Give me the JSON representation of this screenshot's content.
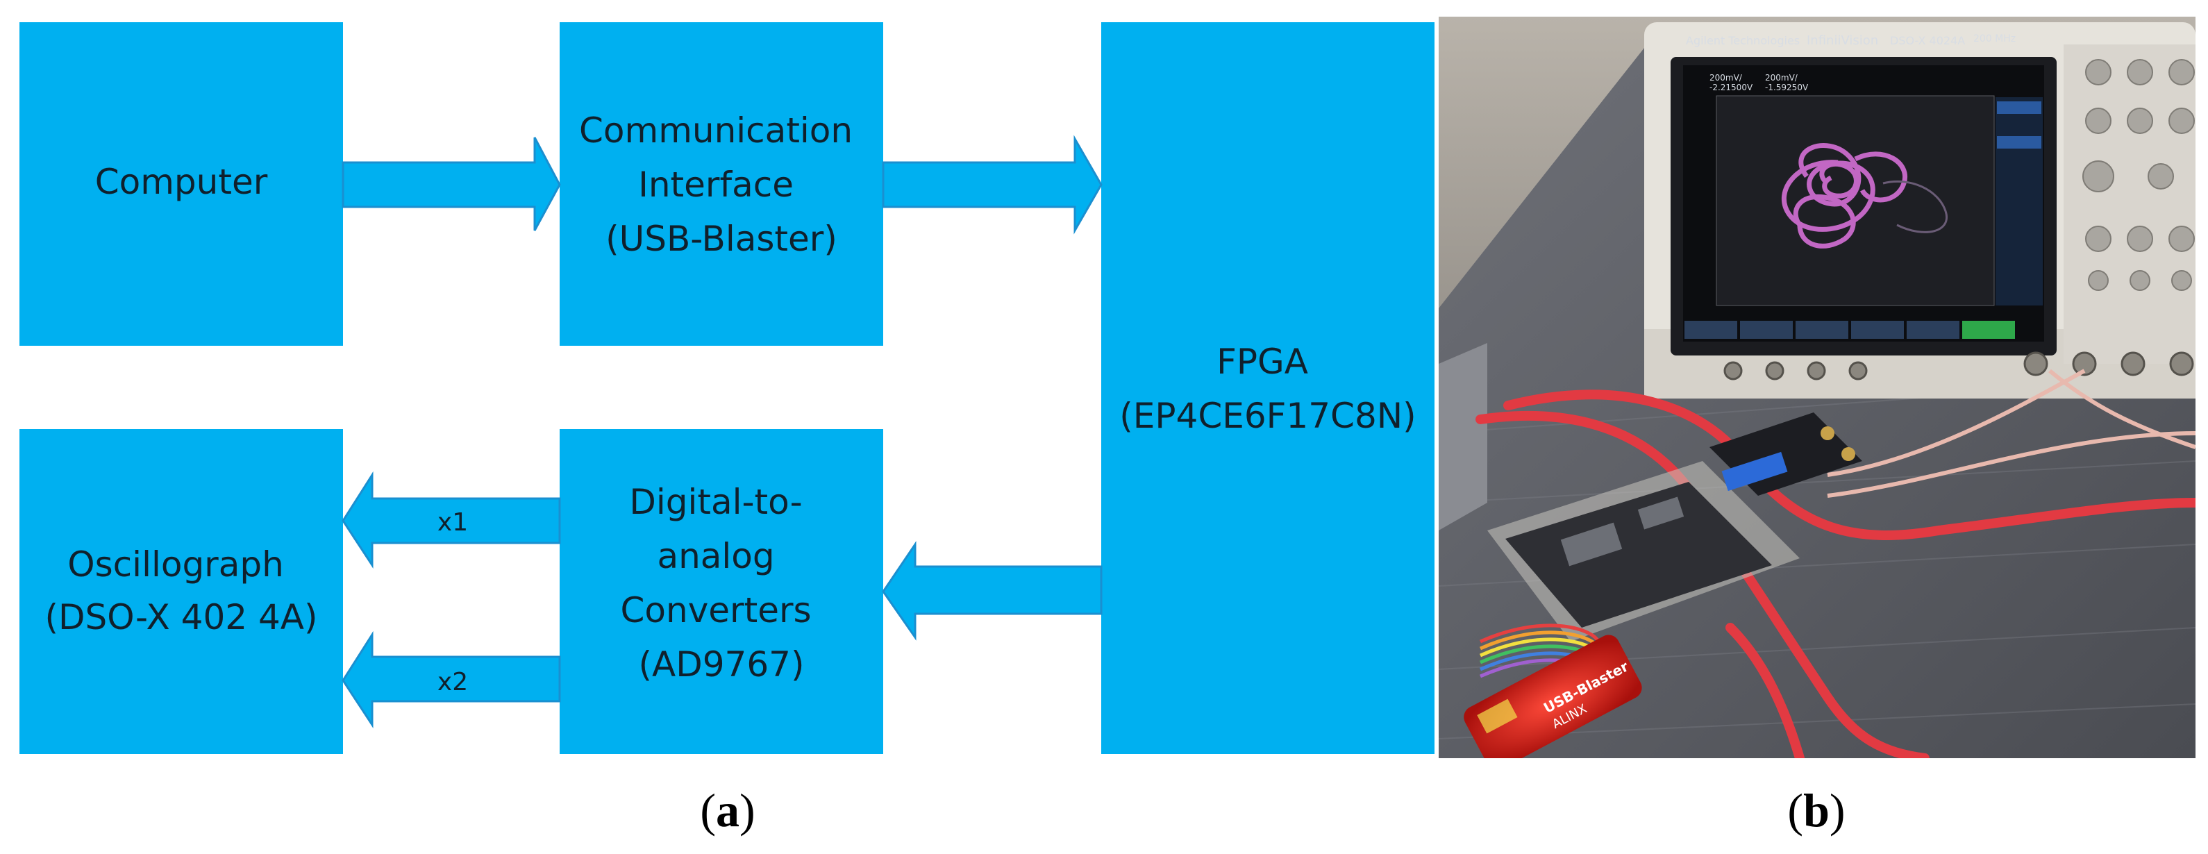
{
  "panel_a": {
    "blocks": {
      "computer": [
        "Computer"
      ],
      "comm": [
        "Communication",
        "Interface",
        "(USB-Blaster)"
      ],
      "fpga": [
        "FPGA",
        "(EP4CE6F17C8N)"
      ],
      "osc": [
        "Oscillograph",
        "(DSO-X 402 4A)"
      ],
      "dac": [
        "Digital-to-",
        "analog",
        "Converters",
        "(AD9767)"
      ]
    },
    "arrow_labels": {
      "x1": "x1",
      "x2": "x2"
    }
  },
  "panel_b": {
    "scope_brand": "Agilent Technologies",
    "scope_series": "InfiniiVision",
    "scope_model": "DSO-X 4024A",
    "scope_bw": "200 MHz",
    "ch1_scale": "200mV/",
    "ch1_offset": "-2.21500V",
    "ch2_scale": "200mV/",
    "ch2_offset": "-1.59250V",
    "trace_color": "#d46fd6",
    "board_brand": "ALINX",
    "blaster_label": "USB-Blaster"
  },
  "captions": {
    "a": "a",
    "b": "b"
  },
  "colors": {
    "block": "#00b0f0",
    "arrow_outline": "#1a8fd0"
  }
}
